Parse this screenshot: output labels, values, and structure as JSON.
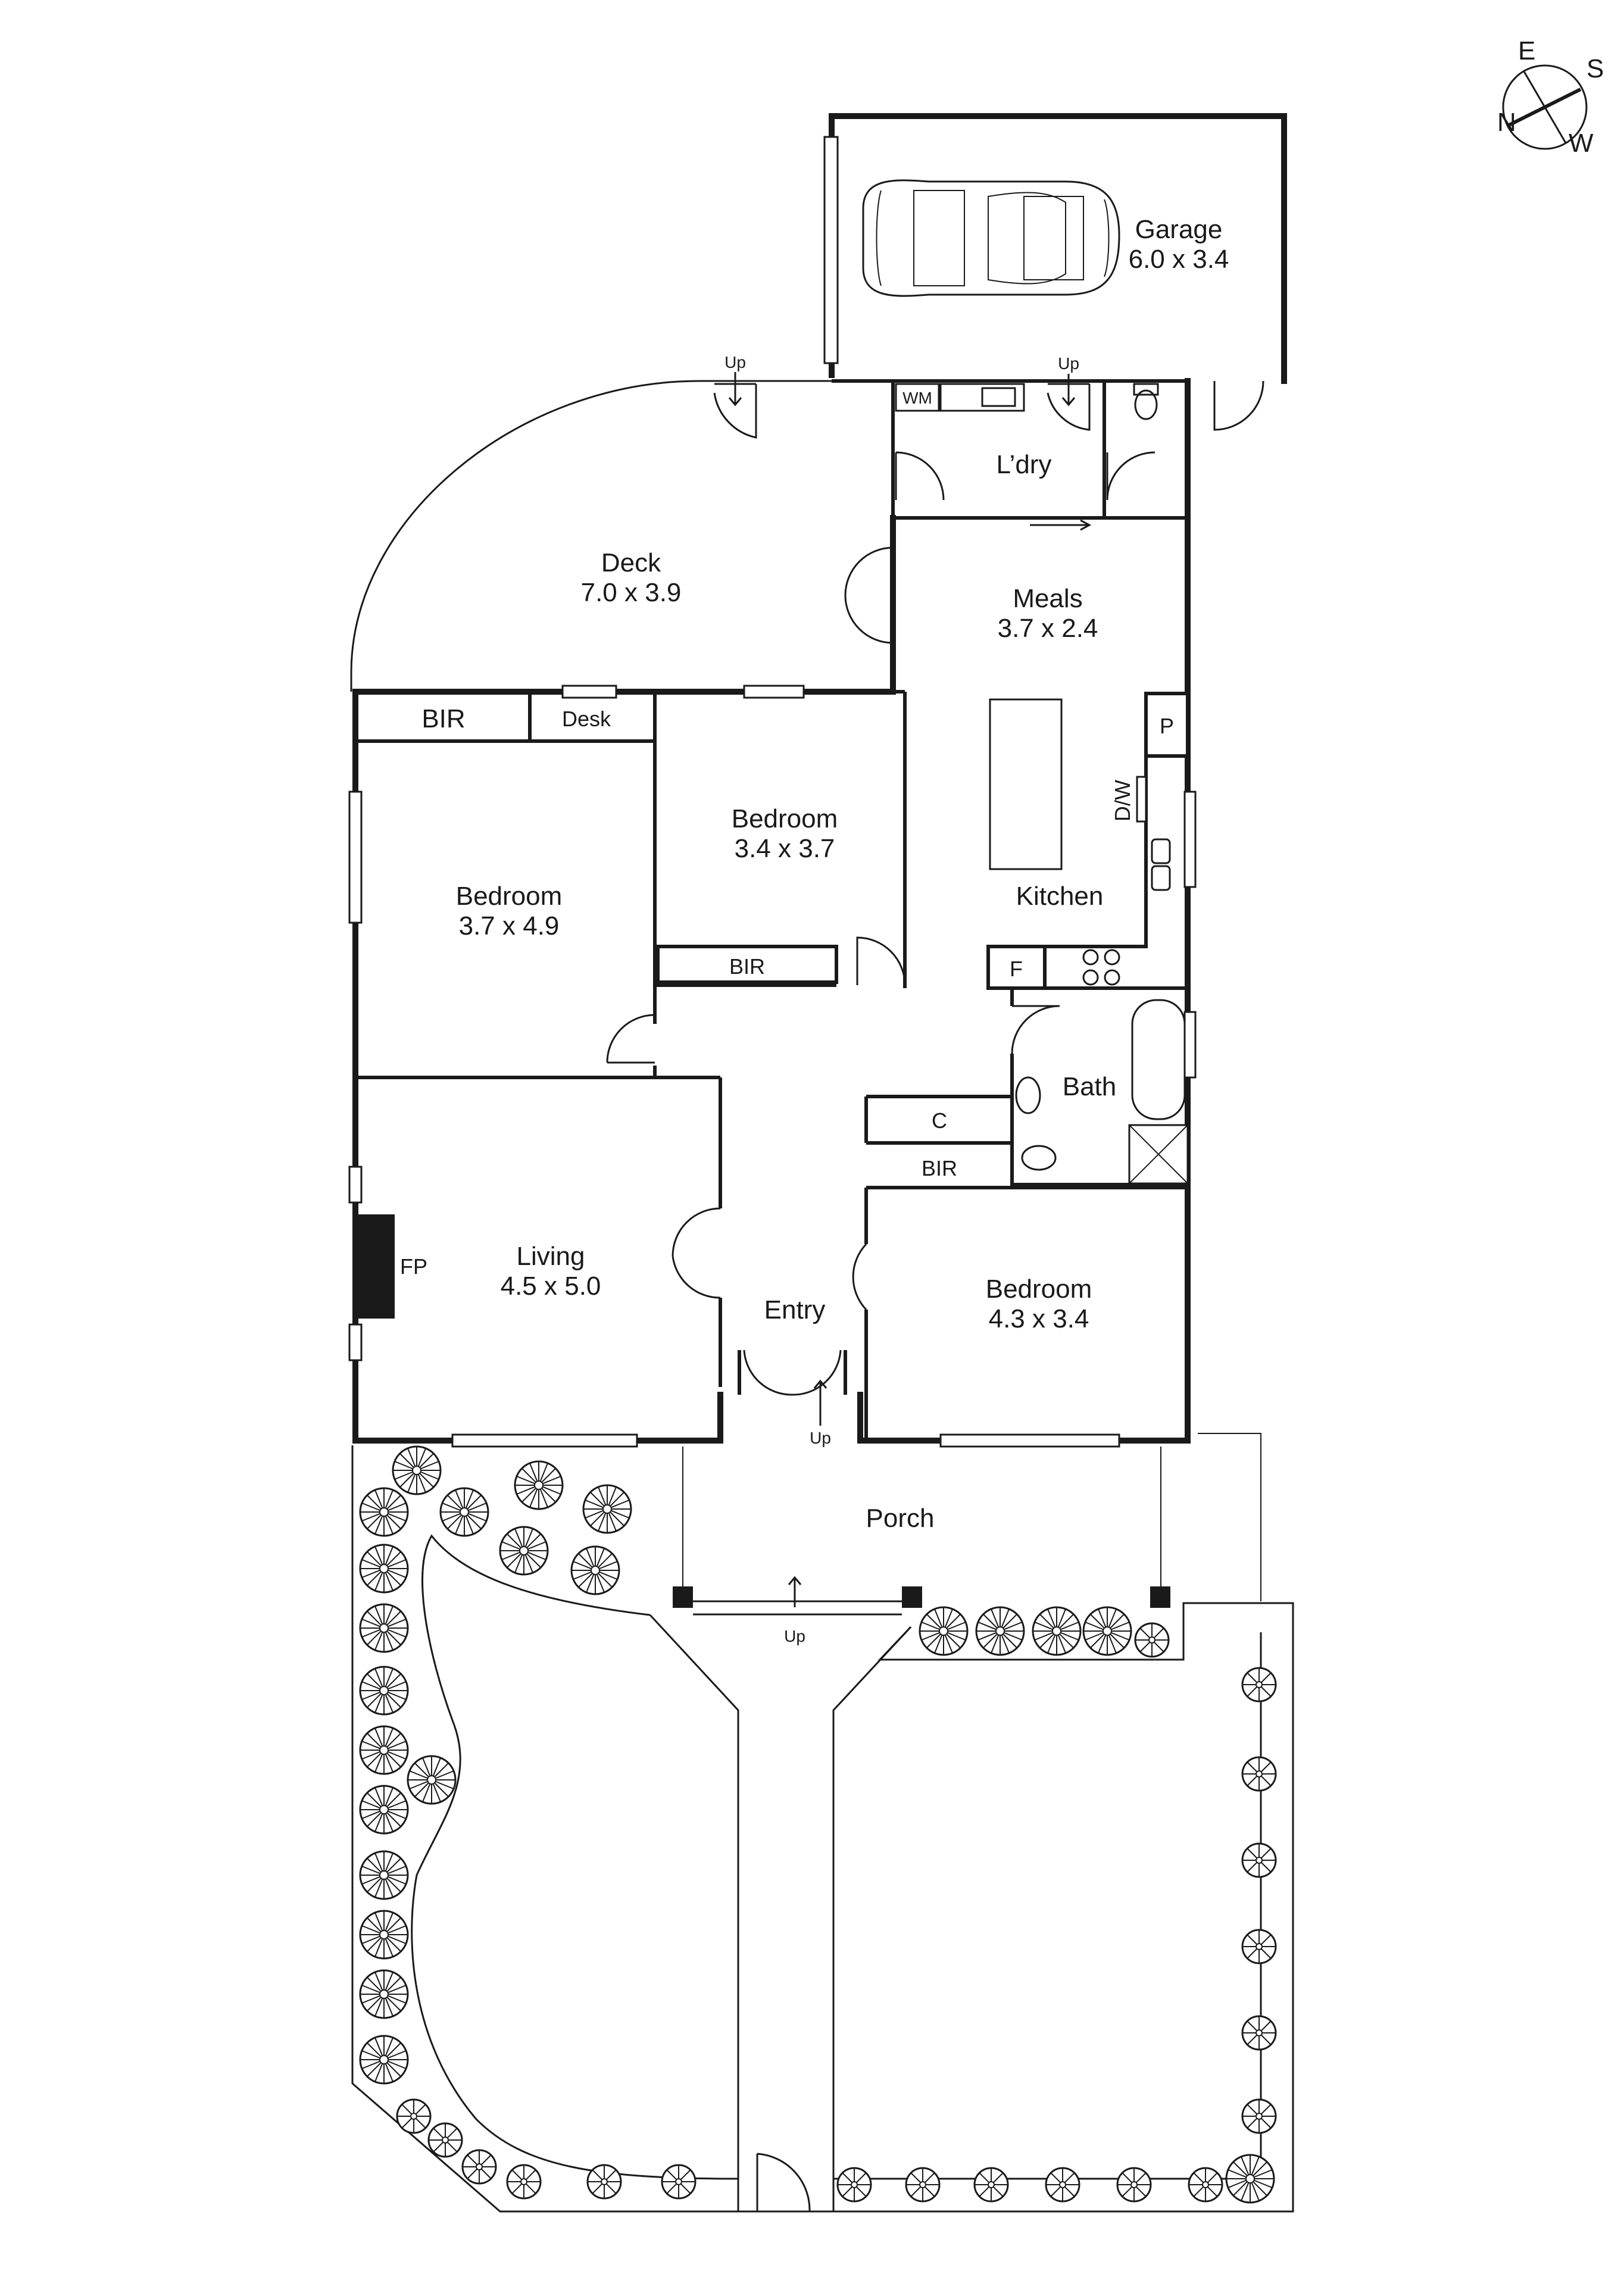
{
  "compass": {
    "n": "N",
    "e": "E",
    "s": "S",
    "w": "W"
  },
  "rooms": {
    "garage": {
      "name": "Garage",
      "dims": "6.0 x 3.4"
    },
    "deck": {
      "name": "Deck",
      "dims": "7.0 x 3.9"
    },
    "laundry": {
      "name": "L’dry"
    },
    "meals": {
      "name": "Meals",
      "dims": "3.7 x 2.4"
    },
    "bedroom_a": {
      "name": "Bedroom",
      "dims": "3.7 x 4.9"
    },
    "bedroom_b": {
      "name": "Bedroom",
      "dims": "3.4 x 3.7"
    },
    "kitchen": {
      "name": "Kitchen"
    },
    "bath": {
      "name": "Bath"
    },
    "living": {
      "name": "Living",
      "dims": "4.5 x 5.0"
    },
    "entry": {
      "name": "Entry"
    },
    "bedroom_c": {
      "name": "Bedroom",
      "dims": "4.3 x 3.4"
    },
    "porch": {
      "name": "Porch"
    }
  },
  "fixtures": {
    "bir_top": "BIR",
    "desk": "Desk",
    "bir_bed2": "BIR",
    "c": "C",
    "bir_bed3": "BIR",
    "wm": "WM",
    "p": "P",
    "dw": "D/W",
    "f": "F",
    "fp": "FP"
  },
  "stairs": {
    "deck_up": "Up",
    "laundry_up": "Up",
    "entry_up": "Up",
    "porch_up": "Up"
  }
}
